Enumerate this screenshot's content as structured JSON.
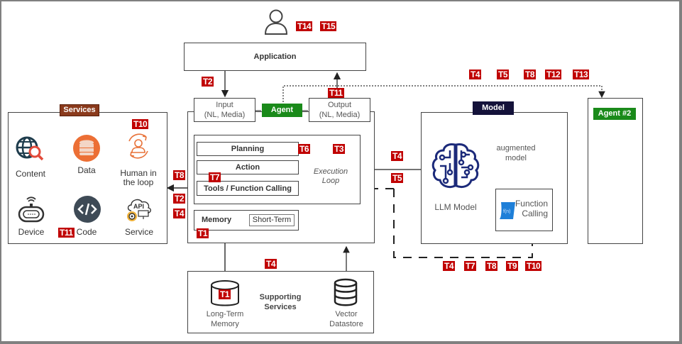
{
  "title_boxes": {
    "application": "Application",
    "input": "Input\n(NL, Media)",
    "input_line1": "Input",
    "input_line2": "(NL, Media)",
    "output_line1": "Output",
    "output_line2": "(NL, Media)",
    "agent": "Agent",
    "agent2": "Agent #2"
  },
  "agent_core": {
    "planning": "Planning",
    "action": "Action",
    "tools": "Tools / Function Calling",
    "execution_loop_line1": "Execution",
    "execution_loop_line2": "Loop",
    "memory": "Memory",
    "short_term": "Short-Term"
  },
  "services": {
    "title": "Services",
    "items": [
      {
        "label": "Content",
        "icon": "globe-search-icon"
      },
      {
        "label": "Data",
        "icon": "database-icon"
      },
      {
        "label_line1": "Human in",
        "label_line2": "the loop",
        "icon": "human-loop-icon"
      },
      {
        "label": "Device",
        "icon": "device-icon"
      },
      {
        "label": "Code",
        "icon": "code-icon"
      },
      {
        "label": "Service",
        "icon": "api-service-icon"
      }
    ]
  },
  "model": {
    "title": "Model",
    "llm_label": "LLM Model",
    "augmented_line1": "augmented",
    "augmented_line2": "model",
    "fc_line1": "Function",
    "fc_line2": "Calling",
    "fc_icon_text": "f(n)"
  },
  "supporting": {
    "title_line1": "Supporting",
    "title_line2": "Services",
    "ltm_line1": "Long-Term",
    "ltm_line2": "Memory",
    "vec_line1": "Vector",
    "vec_line2": "Datastore"
  },
  "threat_tags": {
    "user": [
      "T14",
      "T15"
    ],
    "app_input": "T2",
    "output": "T11",
    "agent2_link": [
      "T4",
      "T5",
      "T8",
      "T12",
      "T13"
    ],
    "services_human": "T10",
    "services_code": "T11",
    "tools_left": [
      "T8",
      "T2",
      "T4"
    ],
    "planning": "T6",
    "loop": "T3",
    "tools": "T7",
    "memory": "T1",
    "model_link": [
      "T4",
      "T5"
    ],
    "bottom_loop": [
      "T4",
      "T7",
      "T8",
      "T9",
      "T10"
    ],
    "supporting": "T4",
    "ltm": "T1"
  },
  "colors": {
    "tag": "#c00000",
    "agent_green": "#1a8a1a",
    "services_brown": "#7b2e12",
    "model_navy": "#14123a",
    "llm_blue": "#1c2a7a",
    "fc_blue": "#1e7fd8",
    "orange": "#e8733a"
  }
}
